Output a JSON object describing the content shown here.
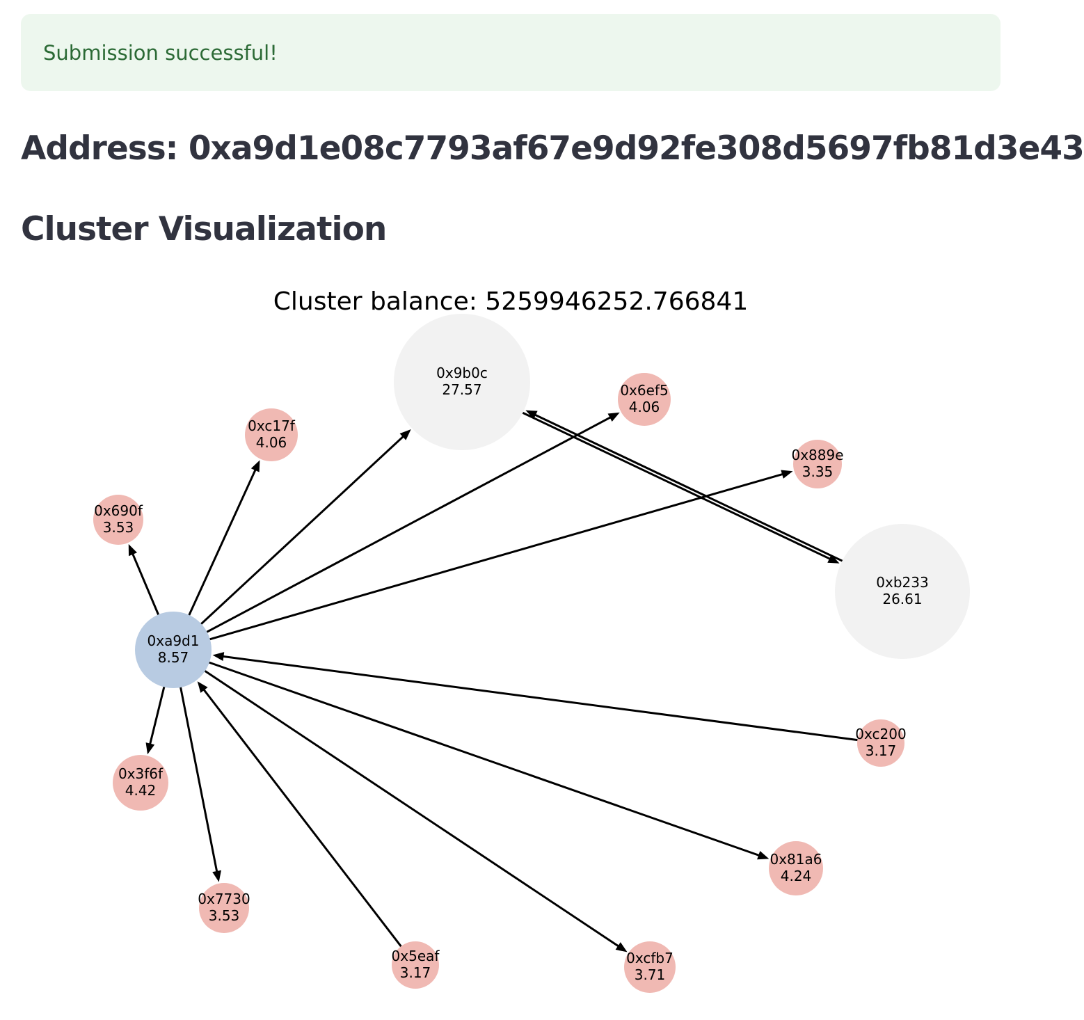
{
  "alert": {
    "message": "Submission successful!",
    "bg_color": "#edf7ee",
    "text_color": "#2b6a35"
  },
  "address_heading": "Address: 0xa9d1e08c7793af67e9d92fe308d5697fb81d3e43",
  "section_heading": "Cluster Visualization",
  "chart_data": {
    "type": "network",
    "title": "Cluster balance: 5259946252.766841",
    "node_colors": {
      "center": "#b8cbe2",
      "leaf": "#f0b9b3",
      "large": "#f2f2f2"
    },
    "nodes": [
      {
        "id": "0xa9d1",
        "value": "8.57",
        "kind": "center"
      },
      {
        "id": "0x9b0c",
        "value": "27.57",
        "kind": "large"
      },
      {
        "id": "0xb233",
        "value": "26.61",
        "kind": "large"
      },
      {
        "id": "0x6ef5",
        "value": "4.06",
        "kind": "leaf"
      },
      {
        "id": "0xc17f",
        "value": "4.06",
        "kind": "leaf"
      },
      {
        "id": "0x889e",
        "value": "3.35",
        "kind": "leaf"
      },
      {
        "id": "0x690f",
        "value": "3.53",
        "kind": "leaf"
      },
      {
        "id": "0xc200",
        "value": "3.17",
        "kind": "leaf"
      },
      {
        "id": "0x3f6f",
        "value": "4.42",
        "kind": "leaf"
      },
      {
        "id": "0x81a6",
        "value": "4.24",
        "kind": "leaf"
      },
      {
        "id": "0x7730",
        "value": "3.53",
        "kind": "leaf"
      },
      {
        "id": "0x5eaf",
        "value": "3.17",
        "kind": "leaf"
      },
      {
        "id": "0xcfb7",
        "value": "3.71",
        "kind": "leaf"
      }
    ],
    "edges": [
      {
        "from": "0xa9d1",
        "to": "0x690f"
      },
      {
        "from": "0xa9d1",
        "to": "0xc17f"
      },
      {
        "from": "0xa9d1",
        "to": "0x9b0c"
      },
      {
        "from": "0xa9d1",
        "to": "0x6ef5"
      },
      {
        "from": "0xa9d1",
        "to": "0x889e"
      },
      {
        "from": "0xa9d1",
        "to": "0x3f6f"
      },
      {
        "from": "0xa9d1",
        "to": "0x7730"
      },
      {
        "from": "0x5eaf",
        "to": "0xa9d1"
      },
      {
        "from": "0xa9d1",
        "to": "0xcfb7"
      },
      {
        "from": "0xa9d1",
        "to": "0x81a6"
      },
      {
        "from": "0xc200",
        "to": "0xa9d1"
      },
      {
        "from": "0x9b0c",
        "to": "0xb233"
      },
      {
        "from": "0xb233",
        "to": "0x9b0c"
      }
    ]
  }
}
